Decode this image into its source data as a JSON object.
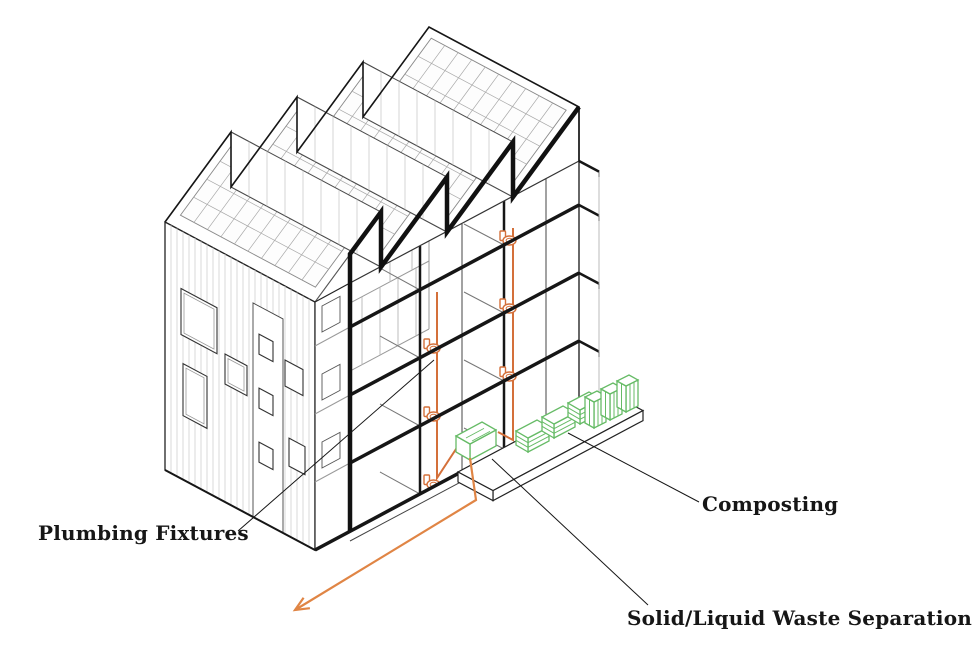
{
  "diagram": {
    "labels": {
      "plumbing": "Plumbing Fixtures",
      "composting": "Composting",
      "separation": "Solid/Liquid Waste Separation"
    },
    "colors": {
      "plumbing_orange": "#D4703A",
      "flow_orange": "#E08545",
      "compost_green": "#66BB66",
      "ink": "#161616"
    },
    "icons": {
      "toilet": "toilet-icon",
      "solar_panel": "solar-panel-grid-icon",
      "compost_bin": "compost-bin-icon",
      "flow_arrow": "waste-flow-arrow-icon"
    }
  }
}
